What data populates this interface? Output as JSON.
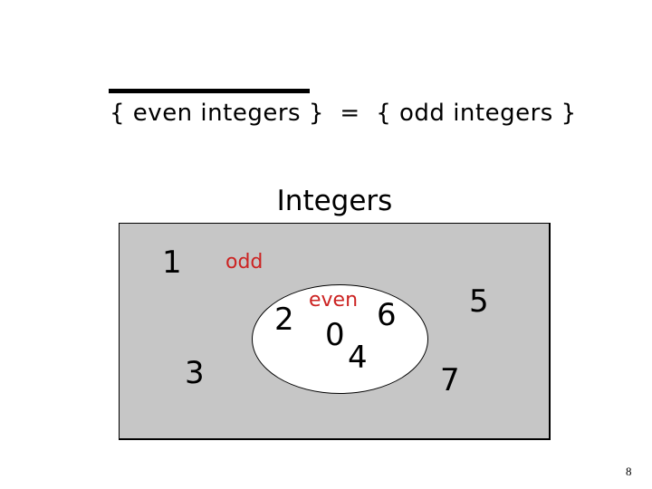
{
  "page": {
    "heading": "{ even integers }  =  { odd integers }",
    "page_number": "8"
  },
  "venn": {
    "title": "Integers",
    "outer_label": "odd",
    "inner_label": "even",
    "odd_numbers": [
      "1",
      "3",
      "5",
      "7"
    ],
    "even_numbers": [
      "0",
      "2",
      "4",
      "6"
    ]
  },
  "colors": {
    "background": "#ffffff",
    "box_fill": "#c6c6c6",
    "region_label_red": "#cc2322",
    "text_black": "#000000"
  }
}
